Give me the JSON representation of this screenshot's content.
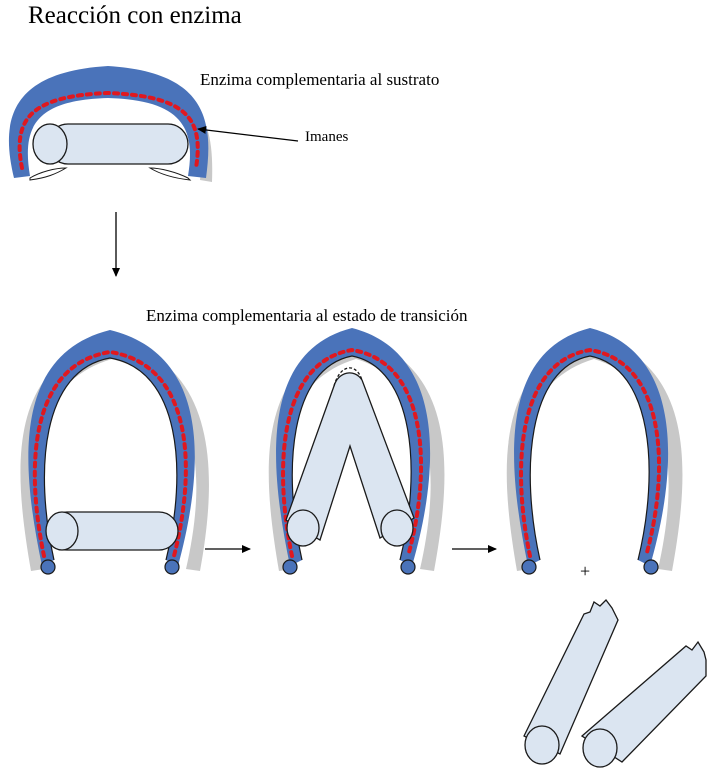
{
  "title": "Reacción con enzima",
  "label_substrate_enzyme": "Enzima complementaria al sustrato",
  "label_magnets": "Imanes",
  "label_transition_enzyme": "Enzima complementaria al estado de transición",
  "plus_sign": "+",
  "colors": {
    "enzyme_blue": "#4a73ba",
    "magnet_red": "#e0181f",
    "substrate_fill": "#dbe5f1",
    "outline": "#1a1a1a",
    "shadow": "#c8c8c8"
  }
}
